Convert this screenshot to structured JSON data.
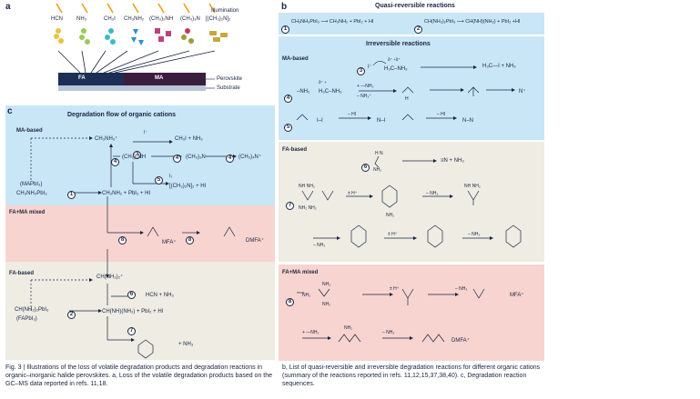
{
  "panel_a": {
    "letter": "a",
    "molecules": [
      "HCN",
      "NH₃",
      "CH₃I",
      "CH₃NH₂",
      "(CH₃)₂NH",
      "(CH₃)₃N",
      "[(CH₃)₂N]₂"
    ],
    "illumination": "Illumination",
    "fa_label": "FA",
    "ma_label": "MA",
    "perovskite": "Perovskite",
    "substrate": "Substrate",
    "colors": {
      "hcn": "#e8c440",
      "nh3": "#9acb5a",
      "ch3i": "#3fb9c7",
      "ch3nh2": "#2f8cd1",
      "ch32nh": "#c0407e",
      "ch33n": "#9b9b3a",
      "dimer": "#c9a53a"
    }
  },
  "panel_b": {
    "letter": "b",
    "quasi_title": "Quasi-reversible reactions",
    "quasi_1": "CH₃NH₃PbI₃ ⟶ CH₃NH₂ + PbI₂ + HI",
    "quasi_2": "CH(NH₂)₂PbI₃ ⟶ CH(NH)(NH₂) + PbI₂ +HI",
    "irreversible_title": "Irreversible reactions",
    "ma_based": "MA-based",
    "fa_based": "FA-based",
    "fama_mixed": "FA+MA mixed",
    "r3_product": "H₃C—I + NH₃",
    "r4_minus_nh3": "– NH₃⁺",
    "r4_plus_nh3": "+ —NH₂",
    "r5_hi": "– HI",
    "r6_product": "≡N + NH₃",
    "r7_plus_h": "± H⁺",
    "r7_minus_nh3": "– NH₃",
    "r8_mfa": "MFA⁺",
    "r8_dmfa": "DMFA⁺"
  },
  "panel_c": {
    "letter": "c",
    "title": "Degradation flow of organic cations",
    "ma_based": "MA-based",
    "fama_mixed": "FA+MA mixed",
    "fa_based": "FA-based",
    "mapbi3": "(MAPbI₃)",
    "mapbi3_formula": "CH₃NH₃PbI₃",
    "ch3nh3": "CH₃NH₃⁺",
    "iodide": "I⁻",
    "ch3i_nh3": "CH₃I + NH₃",
    "ch3nh2_pbi2": "CH₃NH₂ + PbI₂ + HI",
    "ch32nh": "(CH₃)₂NH",
    "ch33n": "(CH₃)₃N",
    "ch34n": "(CH₃)₄N⁺",
    "i2": "I₂",
    "dimer_hi": "[(CH₃)₂N]₂ + HI",
    "mfa": "MFA⁺",
    "dmfa": "DMFA⁺",
    "fa_cation": "CH(NH₂)₂⁺",
    "hcn_nh3": "HCN + NH₃",
    "fapbi3_formula": "CH(NH₂)₂PbI₃",
    "fapbi3": "(FAPbI₃)",
    "chnh_pbi2": "CH(NH)(NH₂) + PbI₂ + HI",
    "plus_nh3": "+ NH₃"
  },
  "captions": {
    "fig3": "Fig. 3 | Illustrations of the loss of volatile degradation products and degradation reactions in organic–inorganic halide perovskites. a, Loss of the volatile degradation products based on the GC–MS data reported in refs. 11,18.",
    "b_text": "b, List of quasi-reversible and irreversible degradation reactions for different organic cations (summary of the reactions reported in refs. 11,12,15,37,38,40). c, Degradation reaction sequences."
  }
}
